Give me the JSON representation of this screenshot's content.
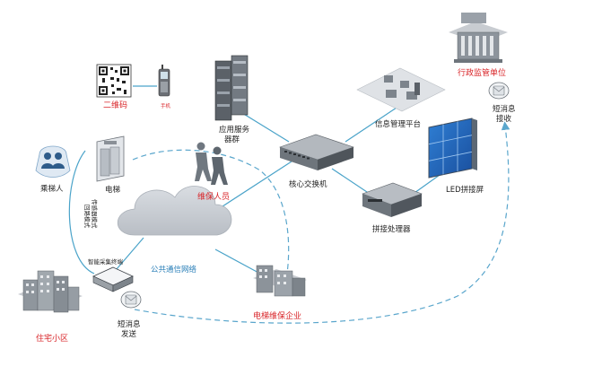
{
  "labels": {
    "qr_code": "二维码",
    "phone": "手机",
    "app_server": "应用服务",
    "app_server_cluster": "器群",
    "info_platform": "信息管理平台",
    "regulator": "行政监管单位",
    "sms_receive_1": "短消息",
    "sms_receive_2": "接收",
    "passenger": "乘梯人",
    "elevator": "电梯",
    "maintainer": "维保人员",
    "core_switch": "核心交换机",
    "led_wall": "LED拼接屏",
    "splice_processor": "拼接处理器",
    "public_network": "公共通信网络",
    "terminal": "智能采集终端",
    "transmit_mode_1": "传感器模式",
    "transmit_mode_2": "回路模式",
    "maintenance_company": "电梯维保企业",
    "sms_send_1": "短消息",
    "sms_send_2": "发送",
    "residential": "住宅小区"
  },
  "colors": {
    "red_label": "#d9262a",
    "blue_label": "#2a7fb8",
    "link_line": "#4aa3c9",
    "dashed_line": "#5aa6cc"
  }
}
